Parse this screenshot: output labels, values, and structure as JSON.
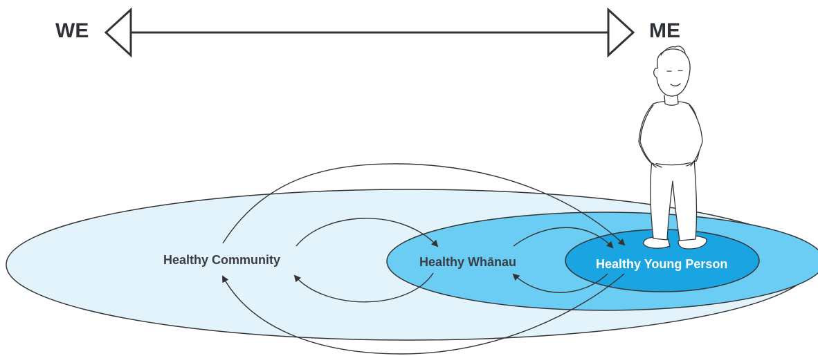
{
  "axis": {
    "left_label": "WE",
    "right_label": "ME"
  },
  "rings": {
    "community": "Healthy Community",
    "whanau": "Healthy Whānau",
    "young_person": "Healthy Young Person"
  },
  "colors": {
    "community_fill": "#e2f3fc",
    "whanau_fill": "#6ccdf4",
    "young_person_fill": "#1aa4e1",
    "outline": "#333333",
    "text": "#3a3d44"
  },
  "icons": {
    "figure": "standing-person-icon"
  }
}
